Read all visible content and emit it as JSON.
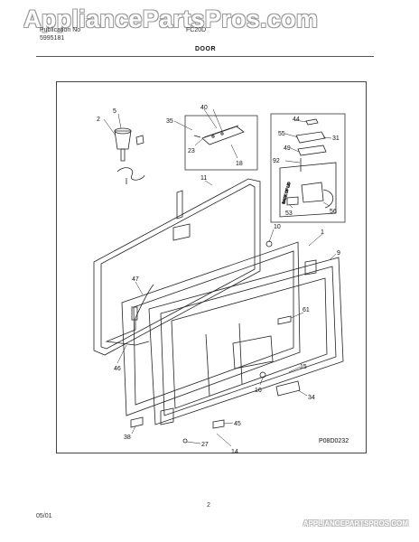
{
  "watermark": "AppliancePartsPros.com",
  "header": {
    "left_line1": "Publication No",
    "left_line2": "5995181",
    "right": "FC20D"
  },
  "section_title": "DOOR",
  "figure_code": "P08D0232",
  "footer": {
    "date": "05/01",
    "page": "2",
    "watermark": "APPLIANCEPARTSPROS.COM"
  },
  "inset_text": "BACK OF LID",
  "callouts": {
    "c1": "1",
    "c2": "2",
    "c5": "5",
    "c9": "9",
    "c10": "10",
    "c11": "11",
    "c14": "14",
    "c15": "15",
    "c16": "16",
    "c18": "18",
    "c23": "23",
    "c27": "27",
    "c31": "31",
    "c34": "34",
    "c35": "35",
    "c38": "38",
    "c40": "40",
    "c44": "44",
    "c45": "45",
    "c46": "46",
    "c47": "47",
    "c49": "49",
    "c53": "53",
    "c55": "55",
    "c56": "56",
    "c61": "61",
    "c92": "92"
  }
}
